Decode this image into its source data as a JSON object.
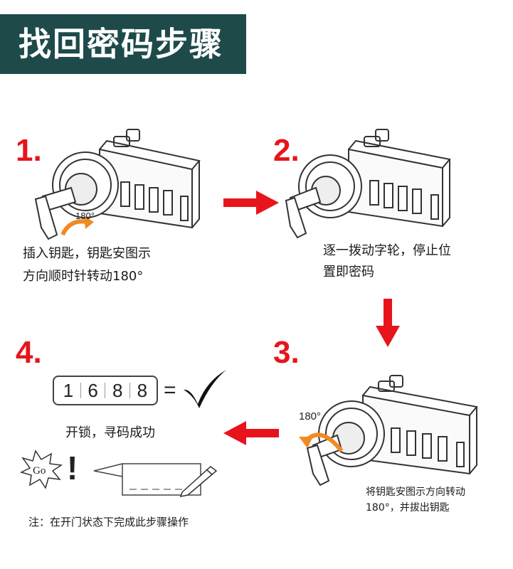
{
  "title": "找回密码步骤",
  "steps": [
    {
      "number": "1.",
      "caption_line1": "插入钥匙，钥匙安图示",
      "caption_line2": "方向顺时针转动180°",
      "rotation_label": "180°"
    },
    {
      "number": "2.",
      "caption_line1": "逐一拨动字轮，停止位",
      "caption_line2": "置即密码"
    },
    {
      "number": "3.",
      "caption_line1": "将钥匙安图示方向转动",
      "caption_line2": "180°，并拔出钥匙",
      "rotation_label": "180°"
    },
    {
      "number": "4.",
      "caption": "开锁，寻码成功"
    }
  ],
  "code_digits": [
    "1",
    "6",
    "8",
    "8"
  ],
  "equals_sign": "=",
  "go_label": "Go",
  "exclamation": "!",
  "note": "注：在开门状态下完成此步骤操作",
  "colors": {
    "title_bg": "#1e4a4a",
    "accent_red": "#e8141b",
    "rotation_orange": "#f08a24"
  }
}
